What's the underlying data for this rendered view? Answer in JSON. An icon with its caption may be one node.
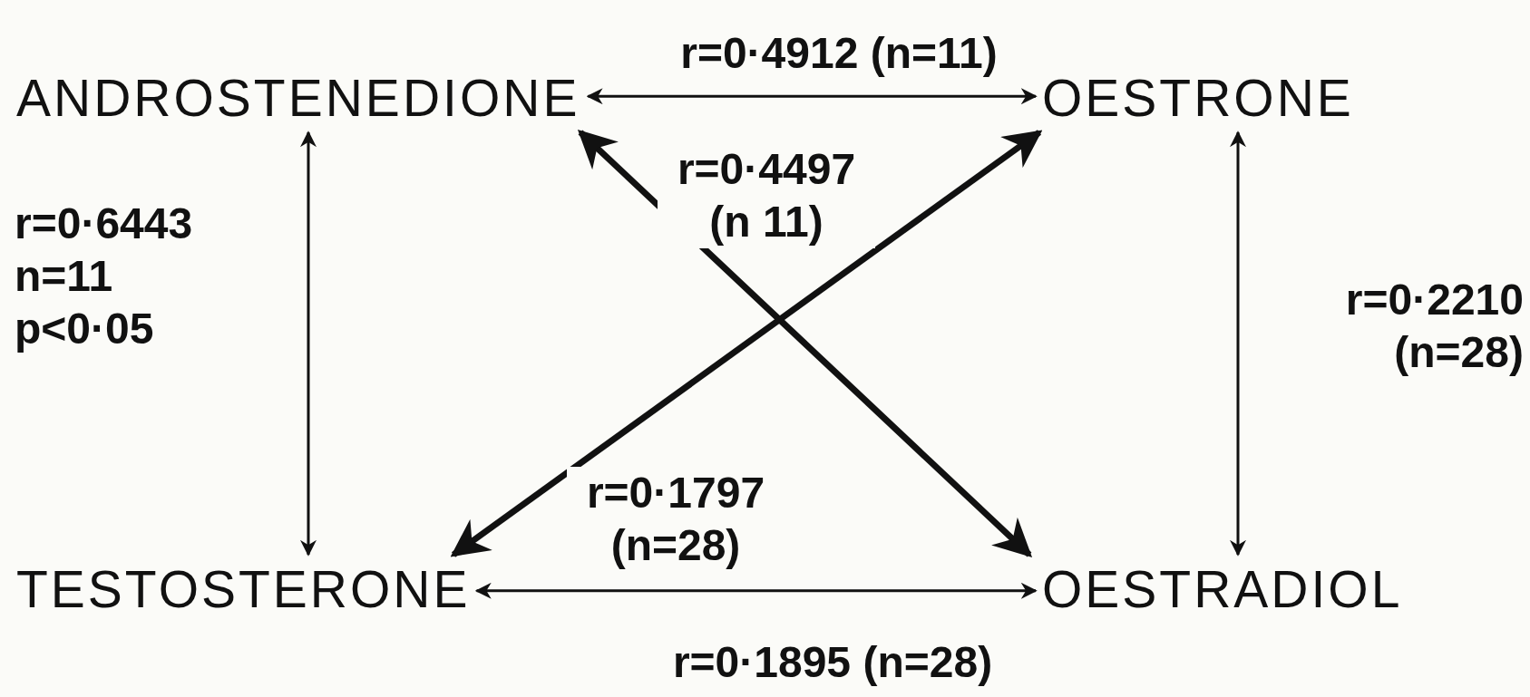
{
  "diagram": {
    "nodes": [
      {
        "text": [
          "ANDROSTENEDIONE"
        ]
      },
      {
        "text": [
          "OESTRONE"
        ]
      },
      {
        "text": [
          "TESTOSTERONE"
        ]
      },
      {
        "text": [
          "OESTRADIOL"
        ]
      }
    ],
    "edges": [
      {
        "from": 0,
        "to": 1,
        "arrow": "both",
        "label": "r=0·4912 (n=11)"
      },
      {
        "from": 0,
        "to": 2,
        "arrow": "both",
        "label": "r=0·6443 n=11 p<0·05"
      },
      {
        "from": 3,
        "to": 0,
        "arrow": "both",
        "style": "thick",
        "label": "r=0·4497 (n 11)"
      },
      {
        "from": 2,
        "to": 1,
        "arrow": "both",
        "style": "thick",
        "label": "r=0·1797 (n=28)"
      },
      {
        "from": 1,
        "to": 3,
        "arrow": "both",
        "label": "r=0·2210 (n=28)"
      },
      {
        "from": 2,
        "to": 3,
        "arrow": "both",
        "label": "r=0·1895 (n=28)"
      }
    ]
  }
}
